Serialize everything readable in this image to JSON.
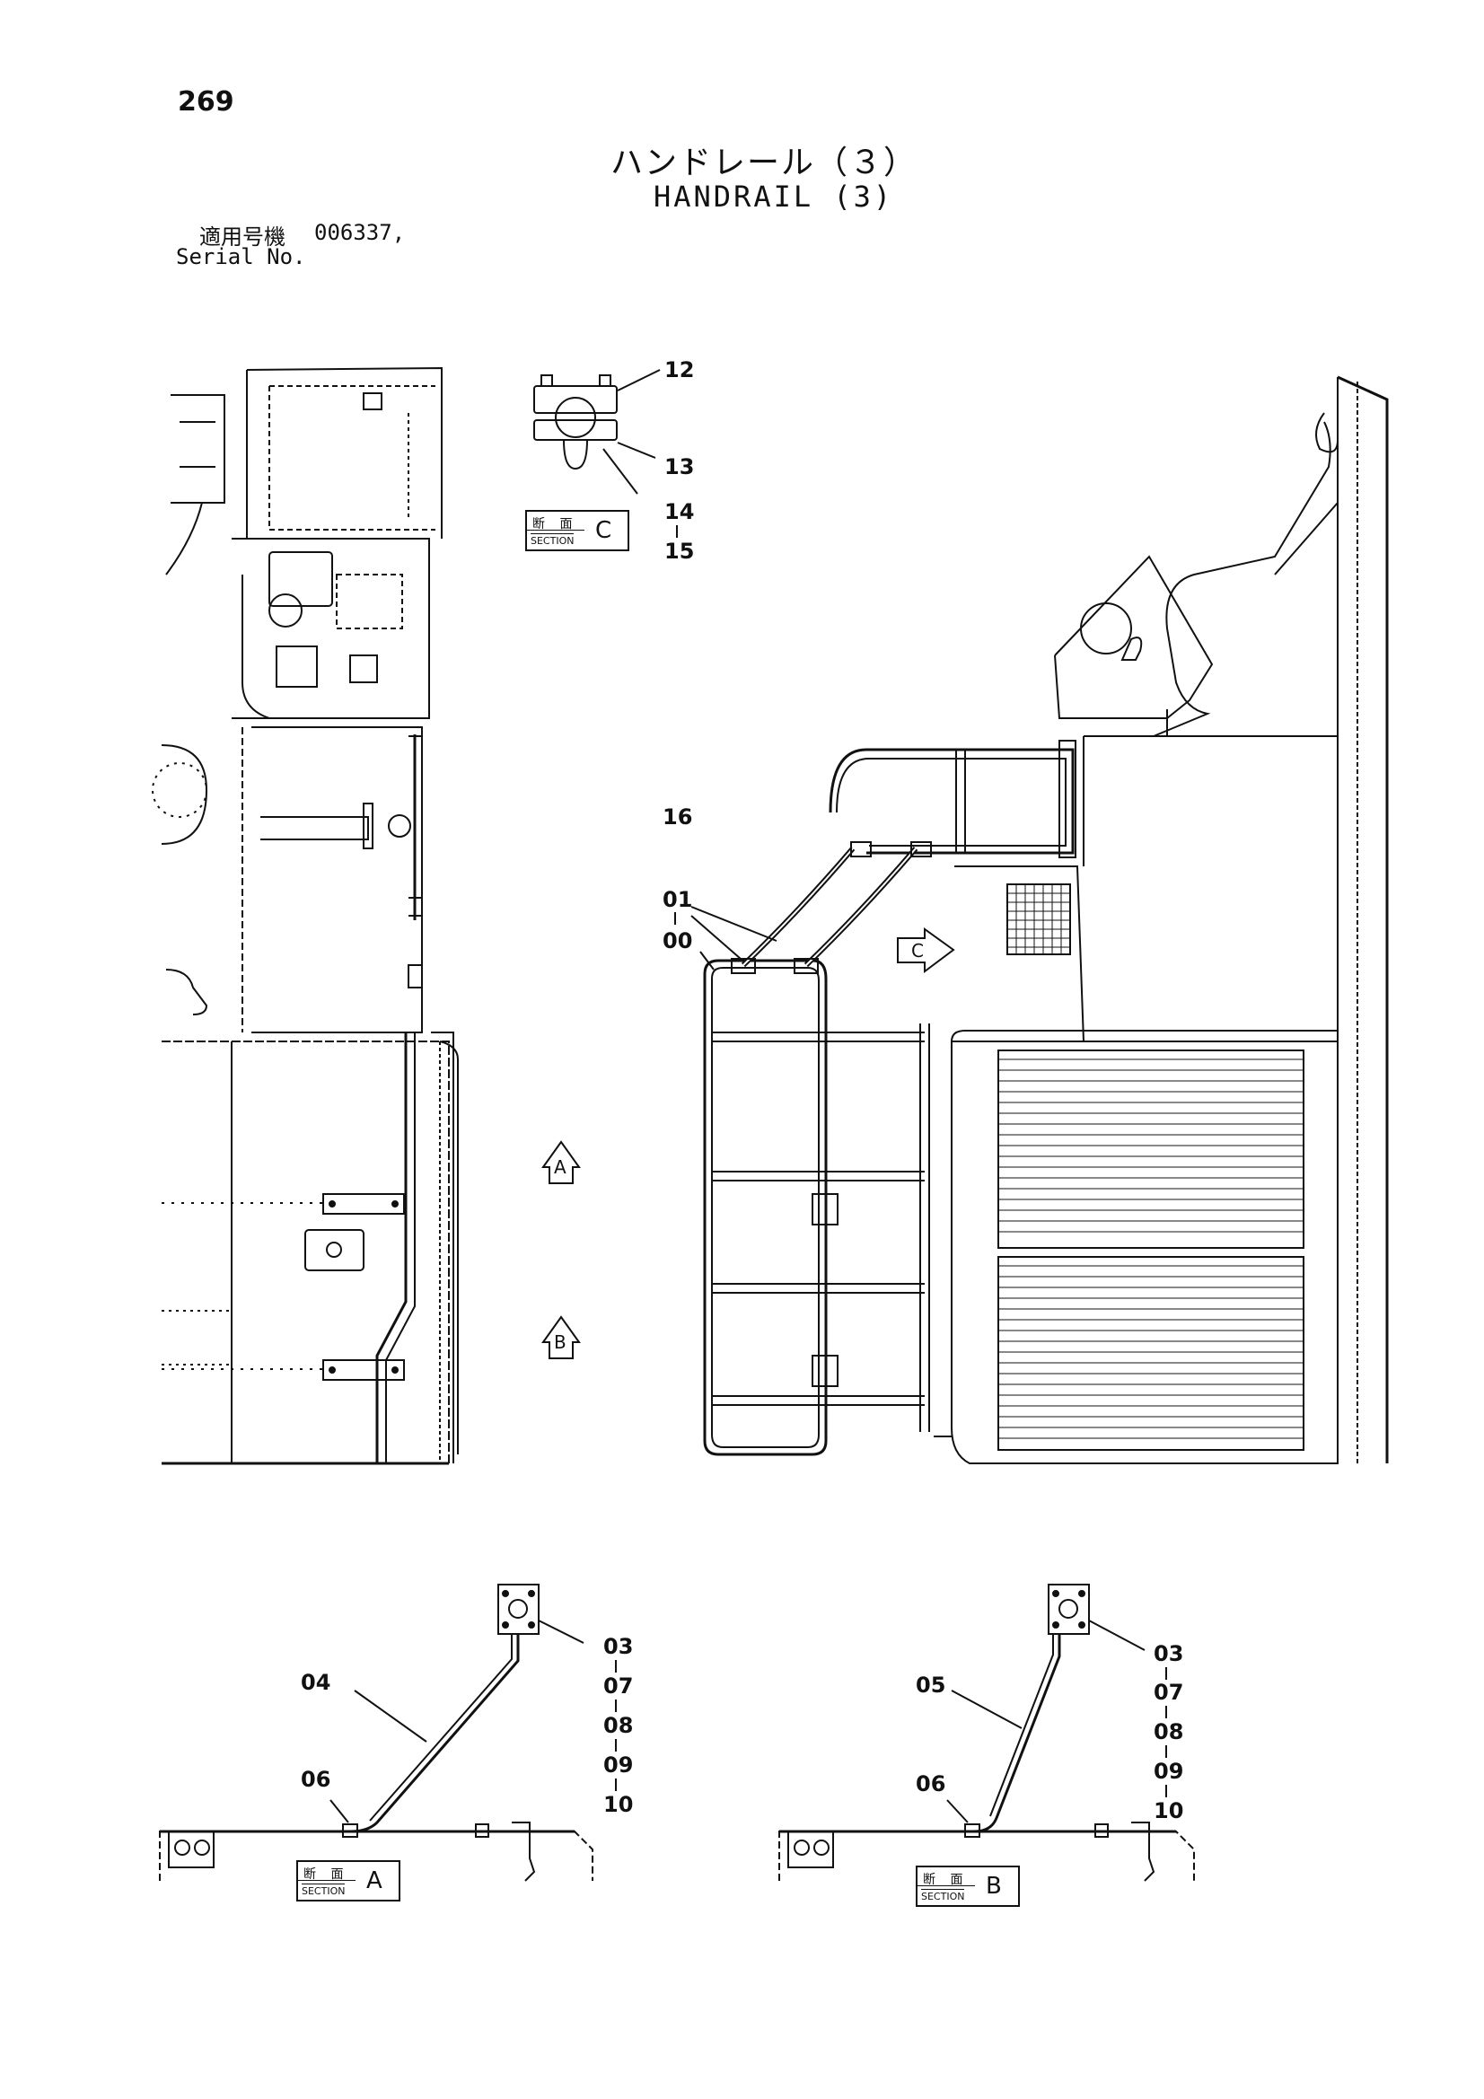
{
  "page": {
    "number": "269",
    "title_jp": "ハンドレール（３）",
    "title_en": "HANDRAIL (3)"
  },
  "serial": {
    "label_jp": "適用号機",
    "value": "006337,",
    "label_en": "Serial No."
  },
  "callouts": {
    "c12": "12",
    "c13": "13",
    "c14": "14",
    "c15": "15",
    "c16": "16",
    "c01": "01",
    "c00": "00",
    "a03": "03",
    "a07": "07",
    "a08": "08",
    "a09": "09",
    "a10": "10",
    "a04": "04",
    "a06": "06",
    "b03": "03",
    "b07": "07",
    "b08": "08",
    "b09": "09",
    "b10": "10",
    "b05": "05",
    "b06": "06"
  },
  "sections": {
    "label_jp": "断 面",
    "label_en": "SECTION",
    "c": "C",
    "a": "A",
    "b": "B"
  },
  "view_markers": {
    "a": "A",
    "b": "B",
    "c": "C"
  }
}
